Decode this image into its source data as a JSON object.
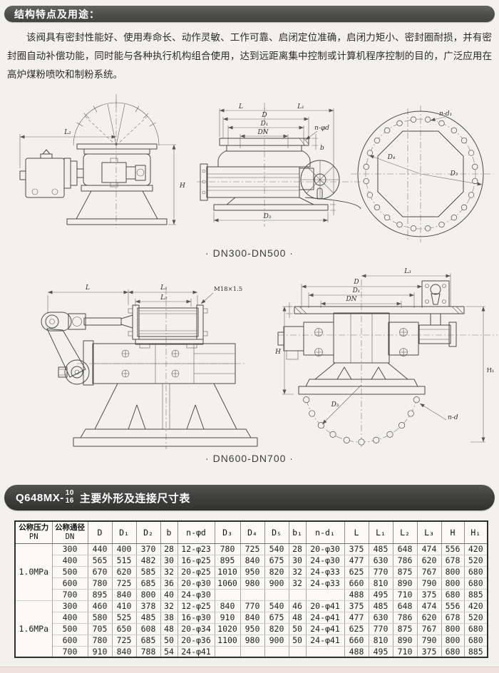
{
  "intro": {
    "title": "结构特点及用途：",
    "body": "该阀具有密封性能好、使用寿命长、动作灵敏、工作可靠、启闭定位准确，启闭力矩小、密封圈耐损，并有密封圈自动补偿功能，同时能与各种执行机构组合使用，达到远距离集中控制或计算机程序控制的目的，广泛应用在高炉煤粉喷吹和制粉系统。"
  },
  "figures": {
    "set1": {
      "caption": "· DN300-DN500 ·",
      "side_view": {
        "dim_l2": "L₂",
        "dim_h": "H"
      },
      "front_view": {
        "dim_l": "L",
        "dim_l1": "L₁",
        "dim_d": "D",
        "dim_d1": "D₁",
        "dim_dn": "DN",
        "dim_nphid": "n-φd",
        "dim_b": "b",
        "dim_d3": "D₃"
      },
      "flange_view": {
        "dim_nd1": "n-d₁",
        "dim_d4": "D₄",
        "dim_d3": "D₃"
      }
    },
    "set2": {
      "caption": "· DN600-DN700 ·",
      "side_view": {
        "dim_l": "L",
        "dim_l1": "L₁",
        "dim_l2": "L₂",
        "thread": "M18×1.5"
      },
      "front_view": {
        "dim_l3": "L₃",
        "dim_d": "D",
        "dim_d1": "D₁",
        "dim_dn": "DN",
        "dim_h": "H",
        "dim_h1": "H₁",
        "dim_d3": "D₃",
        "dim_nd": "n-d"
      }
    }
  },
  "dims_table": {
    "heading": {
      "model": "Q648MX-",
      "frac_top": "10",
      "frac_bottom": "16",
      "rest": "主要外形及连接尺寸表"
    },
    "col1": {
      "line1": "公称压力",
      "line2": "PN"
    },
    "col2": {
      "line1": "公称通径",
      "line2": "DN"
    },
    "columns": [
      "D",
      "D₁",
      "D₂",
      "b",
      "n-φd",
      "D₃",
      "D₄",
      "D₅",
      "b₁",
      "n-d₁",
      "L",
      "L₁",
      "L₂",
      "L₃",
      "H",
      "H₁"
    ],
    "groups": [
      {
        "pn": "1.0MPa",
        "rows": [
          {
            "dn": "300",
            "cells": [
              "440",
              "400",
              "370",
              "28",
              "12-φ23",
              "780",
              "725",
              "540",
              "28",
              "20-φ30",
              "375",
              "485",
              "648",
              "474",
              "556",
              "420"
            ]
          },
          {
            "dn": "400",
            "cells": [
              "565",
              "515",
              "482",
              "30",
              "16-φ25",
              "895",
              "840",
              "675",
              "30",
              "24-φ30",
              "477",
              "630",
              "786",
              "620",
              "678",
              "520"
            ]
          },
          {
            "dn": "500",
            "cells": [
              "670",
              "620",
              "585",
              "32",
              "20-φ25",
              "1010",
              "950",
              "820",
              "32",
              "24-φ33",
              "625",
              "770",
              "875",
              "767",
              "800",
              "680"
            ]
          },
          {
            "dn": "600",
            "cells": [
              "780",
              "725",
              "685",
              "36",
              "20-φ30",
              "1060",
              "980",
              "900",
              "32",
              "24-φ33",
              "660",
              "810",
              "890",
              "790",
              "800",
              "680"
            ]
          },
          {
            "dn": "700",
            "cells": [
              "895",
              "840",
              "800",
              "40",
              "24-φ30",
              "",
              "",
              "",
              "",
              "",
              "488",
              "495",
              "710",
              "375",
              "680",
              "885"
            ]
          }
        ]
      },
      {
        "pn": "1.6MPa",
        "rows": [
          {
            "dn": "300",
            "cells": [
              "460",
              "410",
              "378",
              "32",
              "12-φ25",
              "840",
              "770",
              "540",
              "46",
              "20-φ41",
              "375",
              "485",
              "648",
              "474",
              "556",
              "420"
            ]
          },
          {
            "dn": "400",
            "cells": [
              "580",
              "525",
              "485",
              "38",
              "16-φ30",
              "910",
              "840",
              "675",
              "48",
              "24-φ41",
              "477",
              "630",
              "786",
              "620",
              "678",
              "520"
            ]
          },
          {
            "dn": "500",
            "cells": [
              "705",
              "650",
              "608",
              "48",
              "20-φ34",
              "1020",
              "950",
              "820",
              "50",
              "24-φ41",
              "625",
              "770",
              "875",
              "767",
              "800",
              "680"
            ]
          },
          {
            "dn": "600",
            "cells": [
              "780",
              "725",
              "685",
              "50",
              "20-φ36",
              "1100",
              "980",
              "900",
              "50",
              "24-φ41",
              "660",
              "810",
              "890",
              "790",
              "800",
              "680"
            ]
          },
          {
            "dn": "700",
            "cells": [
              "910",
              "840",
              "788",
              "54",
              "24-φ41",
              "",
              "",
              "",
              "",
              "",
              "488",
              "495",
              "710",
              "375",
              "680",
              "885"
            ]
          }
        ]
      }
    ]
  }
}
